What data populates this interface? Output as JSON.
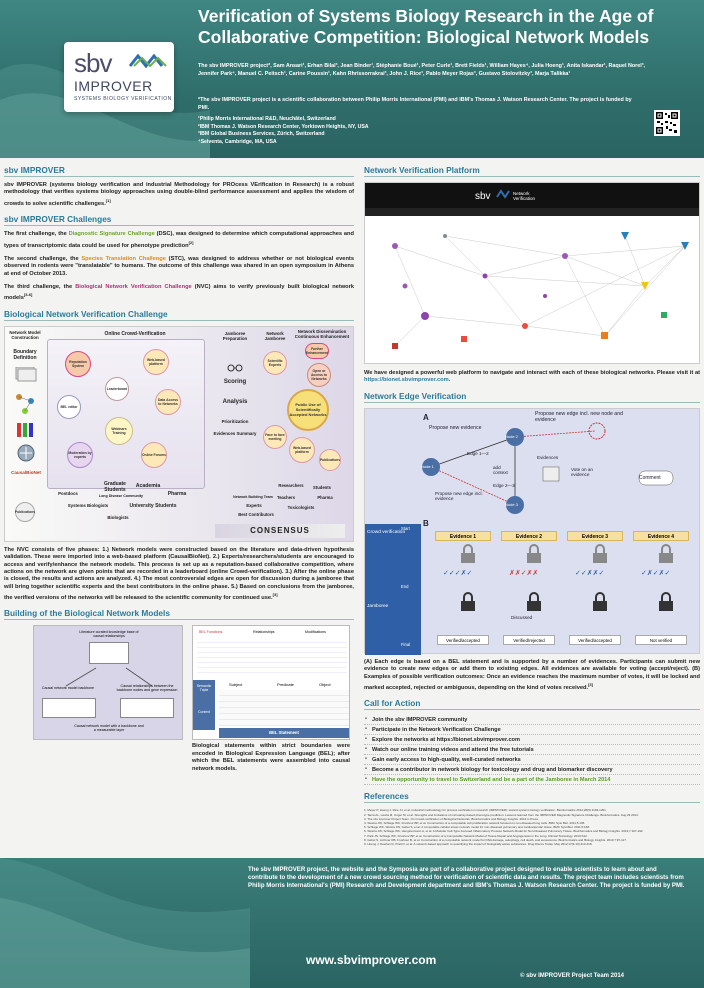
{
  "header": {
    "title": "Verification of Systems Biology Research in the Age of Collaborative Competition: Biological Network Models",
    "authors": "The sbv IMPROVER project*, Sam Ansari¹, Erhan Bilal³, Jean Binder¹, Stéphanie Boué¹, Peter Curle¹, Brett Fields¹, William Hayes⁴, Julia Hoeng¹, Anita Iskandar¹, Raquel Norel³, Jennifer Park⁴, Manuel C. Peitsch¹, Carine Poussin¹, Kahn Rhrissorrakrai³, John J. Rice³, Pablo Meyer Rojas³, Gustavo Stolovitzky³, Marja Talikka¹",
    "funding": "*The sbv IMPROVER project is a scientific collaboration between Philip Morris International (PMI) and IBM's Thomas J. Watson Research Center. The project is funded by PMI.",
    "affiliations": [
      "¹Philip Morris International R&D, Neuchâtel, Switzerland",
      "²IBM Thomas J. Watson Research Center, Yorktown Heights, NY, USA",
      "³IBM Global Business Services, Zürich, Switzerland",
      "⁴Selventa, Cambridge, MA, USA"
    ],
    "logo": {
      "sbv": "sbv",
      "improver": "IMPROVER",
      "subtitle": "SYSTEMS BIOLOGY VERIFICATION"
    }
  },
  "left": {
    "sbv_heading": "sbv IMPROVER",
    "sbv_text": "sbv IMPROVER (systems biology verification and industrial Methodology for PROcess VErification in Research) is a robust methodology that verifies systems biology approaches using double-blind performance assessment and applies the wisdom of crowds to solve scientific challenges.",
    "sbv_ref": "[1]",
    "challenges_heading": "sbv IMPROVER Challenges",
    "ch1_pre": "The first challenge, the ",
    "ch1_name": "Diagnostic Signature Challenge",
    "ch1_post": " (DSC), was designed to determine which computational approaches and types of transcriptomic data could be used for phenotype prediction",
    "ch1_ref": "[2]",
    "ch2_pre": "The second challenge, the ",
    "ch2_name": "Species Translation Challenge",
    "ch2_post": " (STC), was designed to address whether or not biological events observed in rodents were \"translatable\" to humans. The outcome of this challenge was shared in an open symposium in Athens at end of October 2013.",
    "ch3_pre": "The third challenge, the ",
    "ch3_name": "Biological Network Verification Challenge",
    "ch3_post": " (NVC) aims to verify previously built biological network models",
    "ch3_ref": "[3-6]",
    "nvc_heading": "Biological Network Verification Challenge",
    "nvc_text": "The NVC consists of five phases: 1.) Network models were constructed based on the literature and data-driven hypothesis validation. These were imported into a web-based platform (CausalBioNet). 2.) Experts/researchers/students are encouraged to access and verify/enhance the network models. This process is set up as a reputation-based collaborative competition, where actions on the network are given points that are recorded in a leaderboard (online Crowd-verification). 3.) After the online phase is closed, the results and actions are analyzed. 4.) The most controversial edges are open for discussion during a jamboree that will bring together scientific experts and the best contributors in the online phase. 5.) Based on conclusions from the jamboree, the verified versions of the networks will be released to the scientific community for continued use.",
    "nvc_text_ref": "[3]",
    "build_heading": "Building of the Biological Network Models",
    "build_caption": "Biological statements within strict boundaries were encoded in Biological Expression Language (BEL); after which the BEL statements were assembled into causal network models."
  },
  "nvc_diagram": {
    "col1": "Network Model Construction",
    "col2": "Online Crowd-Verification",
    "col3": "Jamboree Preparation",
    "col4": "Network Jamboree",
    "col5": "Network Dissemination Continuous Enhancement",
    "boundary": "Boundary Definition",
    "causalbionet": "CausalBioNet",
    "publications": "Publications",
    "bubbles": [
      "Reputation System",
      "Web-based platform",
      "Leaderboard",
      "BEL editor",
      "Data Access to Networks",
      "Webinars Training",
      "Moderation by experts",
      "Online Forums"
    ],
    "jamboree_prep": [
      "Scoring",
      "Analysis",
      "Prioritization",
      "Evidences Summary"
    ],
    "jamboree": [
      "Scientific Experts",
      "Face to face meeting",
      "Network Building Team",
      "Experts",
      "Best Contributors"
    ],
    "dissem": [
      "Further Enhancement",
      "Open or Access to Networks",
      "Public Use of Scientifically Accepted Networks",
      "Web-based platform",
      "Publications"
    ],
    "people": [
      "Graduate Students",
      "Academia",
      "Postdocs",
      "Long Disease Community",
      "Pharma",
      "Systems Biologists",
      "University Students",
      "Biologists",
      "Researchers",
      "Students",
      "Pharma",
      "Teachers",
      "Toxicologists"
    ],
    "consensus": "CONSENSUS"
  },
  "build_diagram": {
    "a_top": "Literature curated knowledge base of causal relationships",
    "a_left": "Causal network model backbone",
    "a_right": "Causal relationships between the backbone nodes and gene expression",
    "a_bottom": "Causal network model with a backbone and a measurable layer",
    "b_cols": [
      "BEL Functions",
      "Relationships",
      "Modifications"
    ],
    "b_row_labels": [
      "Semantic Triple",
      "Context"
    ],
    "b_heads": [
      "Subject",
      "Predicate",
      "Object"
    ],
    "b_footer": "BEL Statement"
  },
  "right": {
    "platform_heading": "Network Verification Platform",
    "platform_text": "We have designed a powerful web platform to navigate and interact with each of these biological networks. Please visit it at ",
    "platform_url": "https://bionet.sbvimprover.com.",
    "edge_heading": "Network Edge Verification",
    "edge_caption": "(A) Each edge is based on a BEL statement and is supported by a number of evidences. Participants can submit new evidence to create new edges or add them to existing edges. All evidences are available for voting (accept/reject). (B) Examples of possible verification outcomes: Once an evidence reaches the maximum number of votes, it will be locked and marked accepted, rejected or ambiguous, depending on the kind of votes received.",
    "edge_caption_ref": "[3]",
    "cta_heading": "Call for Action",
    "cta_items": [
      "Join the sbv IMPROVER community",
      "Participate in the Network Verification Challenge",
      "Explore the networks at https://bionet.sbvimprover.com",
      "Watch our online training videos and attend the free tutorials",
      "Gain early access to high-quality, well-curated networks",
      "Become a contributor in network biology for toxicology and drug and biomarker discovery",
      "Have the opportunity to travel to Switzerland and be a part of the Jamboree in March 2014"
    ],
    "refs_heading": "References",
    "refs": [
      "1. Meyer P, Hoeng J, Rice JJ, et al. Industrial methodology for process verification in research (IMPROVER): toward systems biology verification. Bioinformatics 2012;28(9):1193-1201.",
      "2. Tarca AL, Lauria M, Unger M, et al. Strengths and limitations of microarray-based phenotype prediction: Lessons learned from the IMPROVER Diagnostic Signature Challenge. Bioinformatics. Aug 29 2013.",
      "3. The sbv Improver Project Team. On Crowd-verification of Biological Networks. Bioinformatics and Biology Insights. 2013 in Press.",
      "4. Westra JW, Schlage WK, Frushour BP, et al. Construction of a computable cell proliferation network focused on non-diseased lung cells. BMC Syst Biol. 2011;5:105.",
      "5. Schlage WK, Westra JW, Gebel S, et al. A computable cellular stress network model for non-diseased pulmonary and cardiovascular tissue. BMC Syst Biol. 2011;5:168.",
      "6. Westra JW, Schlage WK, Hengstermann A, et al. A Modular Cell-Type Focused Inflammatory Process Network Model for Non-Diseased Pulmonary Tissue. Bioinformatics and Biology Insights. 2013;7:167-192.",
      "7. Park JS, Schlage WK, Frushour BP, et al. Construction of a Computable Network Model of Tissue Repair and Angiogenesis in the Lung. Clinical Toxicology. 2013;S12.",
      "8. Gebel S, Lichtner RB, Frushour B, et al. Construction of a computable network model for DNA damage, autophagy, cell death, and senescence. Bioinformatics and Biology Insights. 2013;7:97-117.",
      "9. Hoeng J, Deehan R, Pratt D, et al. A network-based approach to quantifying the impact of biologically active substances. Drug Discov Today. May 2012;17(9-10):413-418."
    ]
  },
  "edge_diagram": {
    "label_a": "A",
    "label_b": "B",
    "propose_new_evidence": "Propose new evidence",
    "propose_new_edge_node": "Propose new edge incl. new node and evidence",
    "edge_label": "Edge 1—2",
    "add_context": "add context",
    "edge_23": "Edge 2—3",
    "evidences": "Evidences",
    "vote": "Vote on an evidence",
    "comment": "Comment",
    "propose_new_edge_ev": "Propose new edge incl. evidence",
    "node1": "Node 1",
    "node2": "Node 2",
    "node3": "Node 3",
    "crowd": "Crowd verification",
    "start": "Start",
    "end": "End",
    "jamboree": "Jamboree",
    "final": "Final",
    "evidences_b": [
      "Evidence 1",
      "Evidence 2",
      "Evidence 3",
      "Evidence 4"
    ],
    "discussed": "Discussed",
    "outcomes": [
      "Verified/accepted",
      "Verified/rejected",
      "Verified/accepted",
      "Not verified"
    ]
  },
  "footer": {
    "text": "The sbv IMPROVER project, the website and the Symposia are part of a collaborative project designed to enable scientists to learn about and contribute to the development of a new crowd sourcing method for verification of scientific data and results. The project team includes scientists from Philip Morris International's (PMI) Research and Development department and IBM's Thomas J. Watson Research Center. The project is funded by PMI.",
    "url": "www.sbvimprover.com",
    "copyright": "© sbv IMPROVER Project Team 2014"
  },
  "colors": {
    "teal": "#2f6e6b",
    "heading_blue": "#2c7a9a",
    "green": "#6aa62a",
    "orange": "#e08a17",
    "purple": "#b0307a"
  }
}
